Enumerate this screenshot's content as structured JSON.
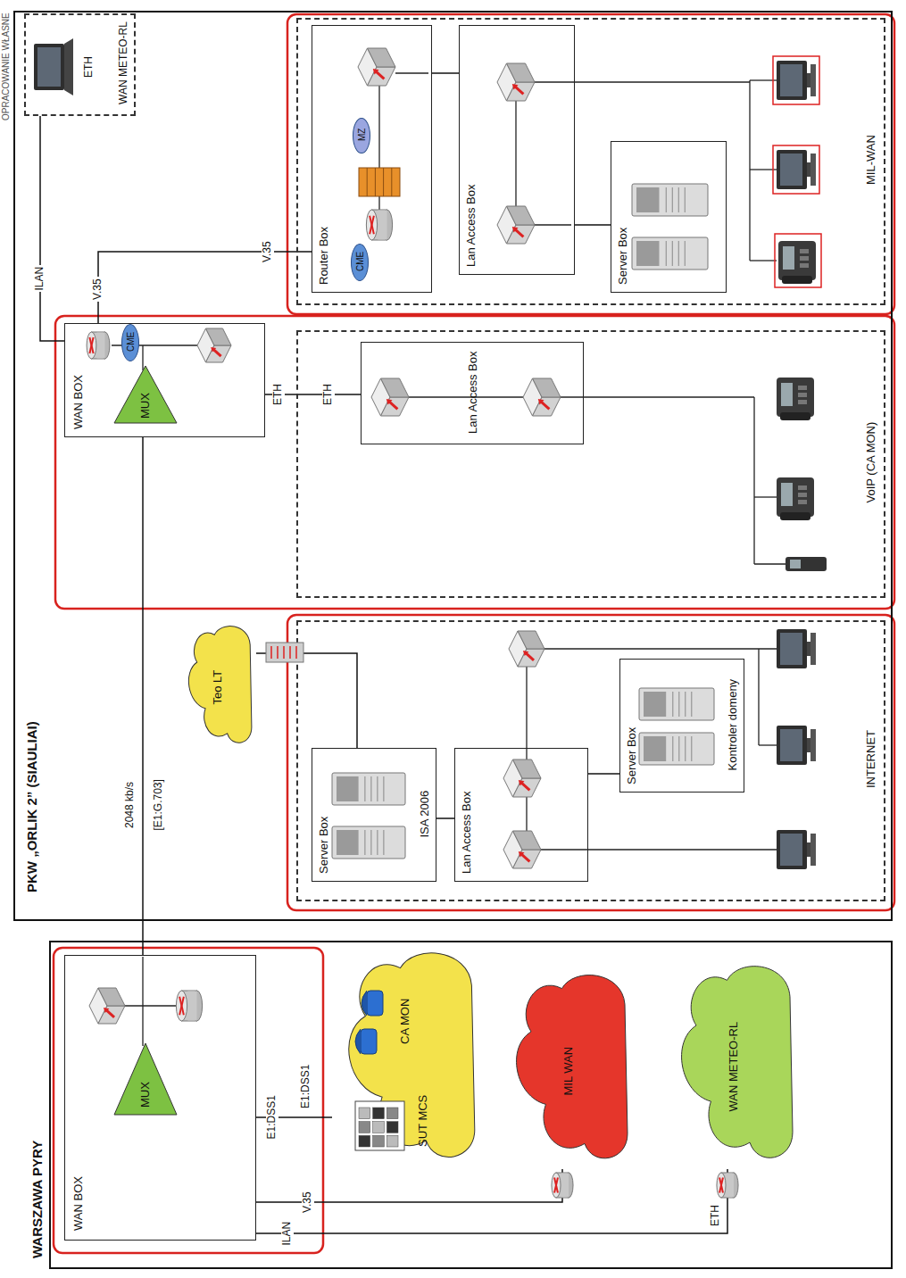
{
  "diagram": {
    "nodes": [
      {
        "text": [
          "WARSZAWA PYRY"
        ]
      },
      {
        "text": [
          "WAN BOX"
        ],
        "in": 0
      },
      {
        "text": [
          "MUX"
        ],
        "in": 1
      },
      {
        "text": [
          "CA MON",
          "SUT MCS"
        ],
        "in": 0
      },
      {
        "text": [
          "MIL WAN"
        ],
        "in": 0
      },
      {
        "text": [
          "WAN METEO-RL"
        ],
        "in": 0
      },
      {
        "text": [
          "PKW „ORLIK 2” (SIAULIAI)"
        ]
      },
      {
        "text": [
          "Teo LT"
        ],
        "in": 6
      },
      {
        "text": [
          "WAN BOX"
        ],
        "in": 6
      },
      {
        "text": [
          "MUX"
        ],
        "in": 8
      },
      {
        "text": [
          "CME"
        ],
        "in": 8
      },
      {
        "text": [
          "WAN METEO-RL"
        ],
        "in": 6
      },
      {
        "text": [
          "INTERNET"
        ],
        "in": 6
      },
      {
        "text": [
          "Server Box",
          "ISA 2006"
        ],
        "in": 12
      },
      {
        "text": [
          "Lan Access Box"
        ],
        "in": 12
      },
      {
        "text": [
          "Server Box",
          "Kontroler domeny"
        ],
        "in": 12
      },
      {
        "text": [
          "VoIP (CA MON)"
        ],
        "in": 6
      },
      {
        "text": [
          "Lan Access Box"
        ],
        "in": 16
      },
      {
        "text": [
          "MIL-WAN"
        ],
        "in": 6
      },
      {
        "text": [
          "Router Box"
        ],
        "in": 18
      },
      {
        "text": [
          "MZ"
        ],
        "in": 19
      },
      {
        "text": [
          "CME"
        ],
        "in": 19
      },
      {
        "text": [
          "Lan Access Box"
        ],
        "in": 18
      },
      {
        "text": [
          "Server Box"
        ],
        "in": 18
      }
    ],
    "edges": [
      {
        "from": 1,
        "to": 8,
        "label": "2048 kb/s",
        "arrow": "none"
      },
      {
        "from": 1,
        "to": 3,
        "label": "E1:DSS1",
        "arrow": "none"
      },
      {
        "from": 1,
        "to": 4,
        "label": "V.35",
        "arrow": "none"
      },
      {
        "from": 1,
        "to": 5,
        "label": "ILAN",
        "arrow": "none"
      },
      {
        "from": 8,
        "to": 11,
        "label": "ILAN",
        "arrow": "none"
      },
      {
        "from": 8,
        "to": 19,
        "label": "V.35",
        "arrow": "none"
      },
      {
        "from": 8,
        "to": 17,
        "label": "ETH",
        "arrow": "none"
      },
      {
        "from": 7,
        "to": 13,
        "arrow": "none"
      },
      {
        "from": 13,
        "to": 14,
        "arrow": "none"
      },
      {
        "from": 14,
        "to": 15,
        "arrow": "none"
      },
      {
        "from": 19,
        "to": 22,
        "arrow": "none"
      },
      {
        "from": 22,
        "to": 23,
        "arrow": "none"
      }
    ],
    "labels": [
      "OPRACOWANIE WŁASNE",
      "E1:DSS1",
      "ETH",
      "[E1:G.703]",
      "ETH",
      "V.35",
      "ETH"
    ]
  }
}
